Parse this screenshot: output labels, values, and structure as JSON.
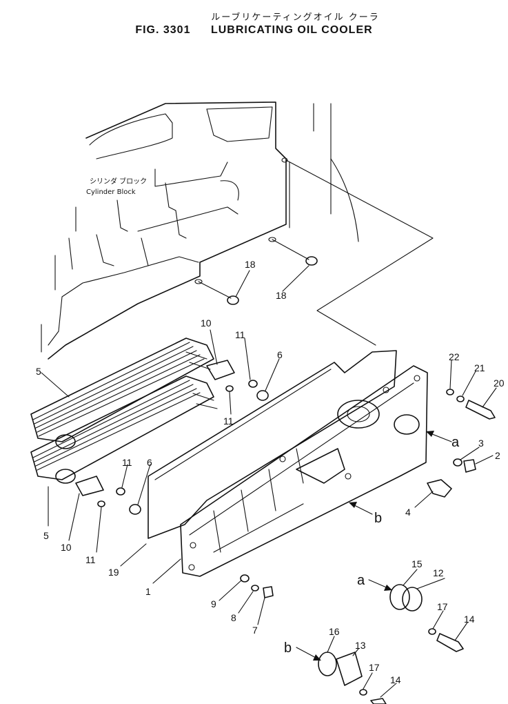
{
  "figure": {
    "japanese_title": "ルーブリケーティングオイル クーラ",
    "number": "FIG. 3301",
    "title": "LUBRICATING OIL COOLER"
  },
  "cylinder_block": {
    "label_jp": "シリンダ ブロック",
    "label_en": "Cylinder Block"
  },
  "callouts": [
    "1",
    "2",
    "3",
    "4",
    "5",
    "5",
    "6",
    "6",
    "7",
    "8",
    "9",
    "10",
    "10",
    "11",
    "11",
    "11",
    "11",
    "12",
    "13",
    "14",
    "14",
    "15",
    "16",
    "17",
    "17",
    "18",
    "18",
    "19",
    "20",
    "21",
    "22"
  ],
  "view_markers": [
    "a",
    "a",
    "b",
    "b"
  ]
}
